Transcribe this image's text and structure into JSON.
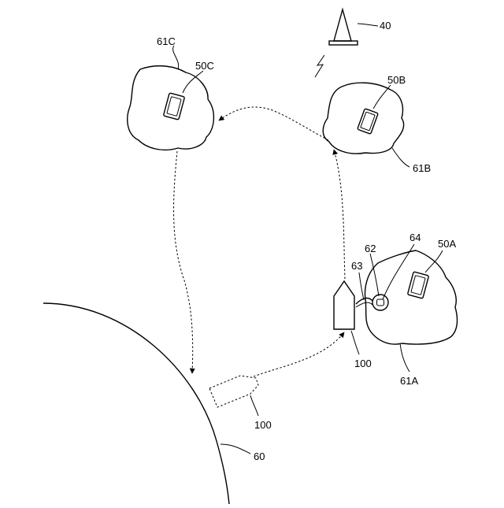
{
  "labels": {
    "base_station": "40",
    "island_c": "61C",
    "terminal_c": "50C",
    "terminal_b": "50B",
    "island_b": "61B",
    "terminal_a": "50A",
    "part_64": "64",
    "part_62": "62",
    "part_63": "63",
    "vehicle": "100",
    "island_a": "61A",
    "vehicle_ghost": "100",
    "body_60": "60"
  }
}
